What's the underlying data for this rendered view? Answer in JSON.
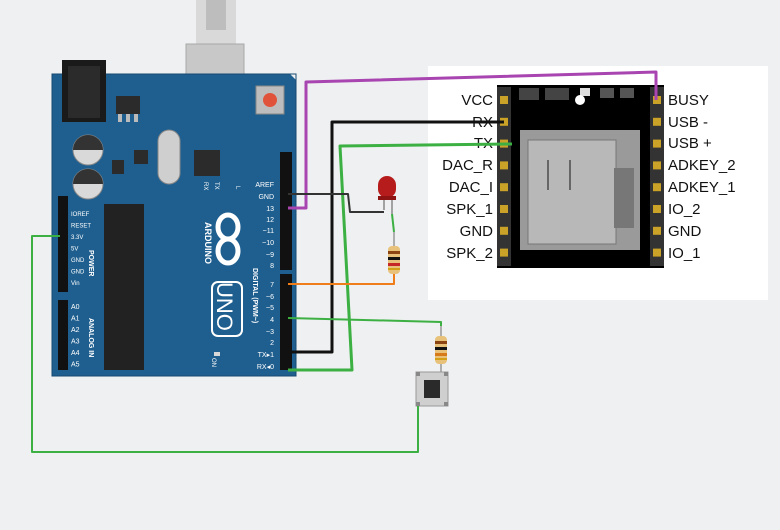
{
  "arduino": {
    "brand": "ARDUINO",
    "model": "UNO",
    "left_header_labels": [
      "IOREF",
      "RESET",
      "3.3V",
      "5V",
      "GND",
      "GND",
      "Vin"
    ],
    "power_label": "POWER",
    "analog_labels": [
      "A0",
      "A1",
      "A2",
      "A3",
      "A4",
      "A5"
    ],
    "analog_in_label": "ANALOG IN",
    "right_header_labels": [
      "AREF",
      "GND",
      "13",
      "12",
      "~11",
      "~10",
      "~9",
      "8",
      "7",
      "~6",
      "~5",
      "4",
      "~3",
      "2",
      "TX▸1",
      "RX◂0"
    ],
    "digital_label": "DIGITAL (PWM~)",
    "led_labels": [
      "RX",
      "TX",
      "L"
    ],
    "on_label": "ON"
  },
  "mp3_module": {
    "left_pins": [
      "VCC",
      "RX",
      "TX",
      "DAC_R",
      "DAC_I",
      "SPK_1",
      "GND",
      "SPK_2"
    ],
    "right_pins": [
      "BUSY",
      "USB -",
      "USB +",
      "ADKEY_2",
      "ADKEY_1",
      "IO_2",
      "GND",
      "IO_1"
    ]
  },
  "components": {
    "led_icon": "red-led-icon",
    "resistor_icon": "resistor-icon",
    "button_icon": "pushbutton-icon"
  },
  "colors": {
    "board": "#1f5f8f",
    "wire_purple": "#a845b0",
    "wire_black": "#111111",
    "wire_green": "#3cb043",
    "wire_orange": "#ef7d1a",
    "panel": "#ffffff"
  }
}
